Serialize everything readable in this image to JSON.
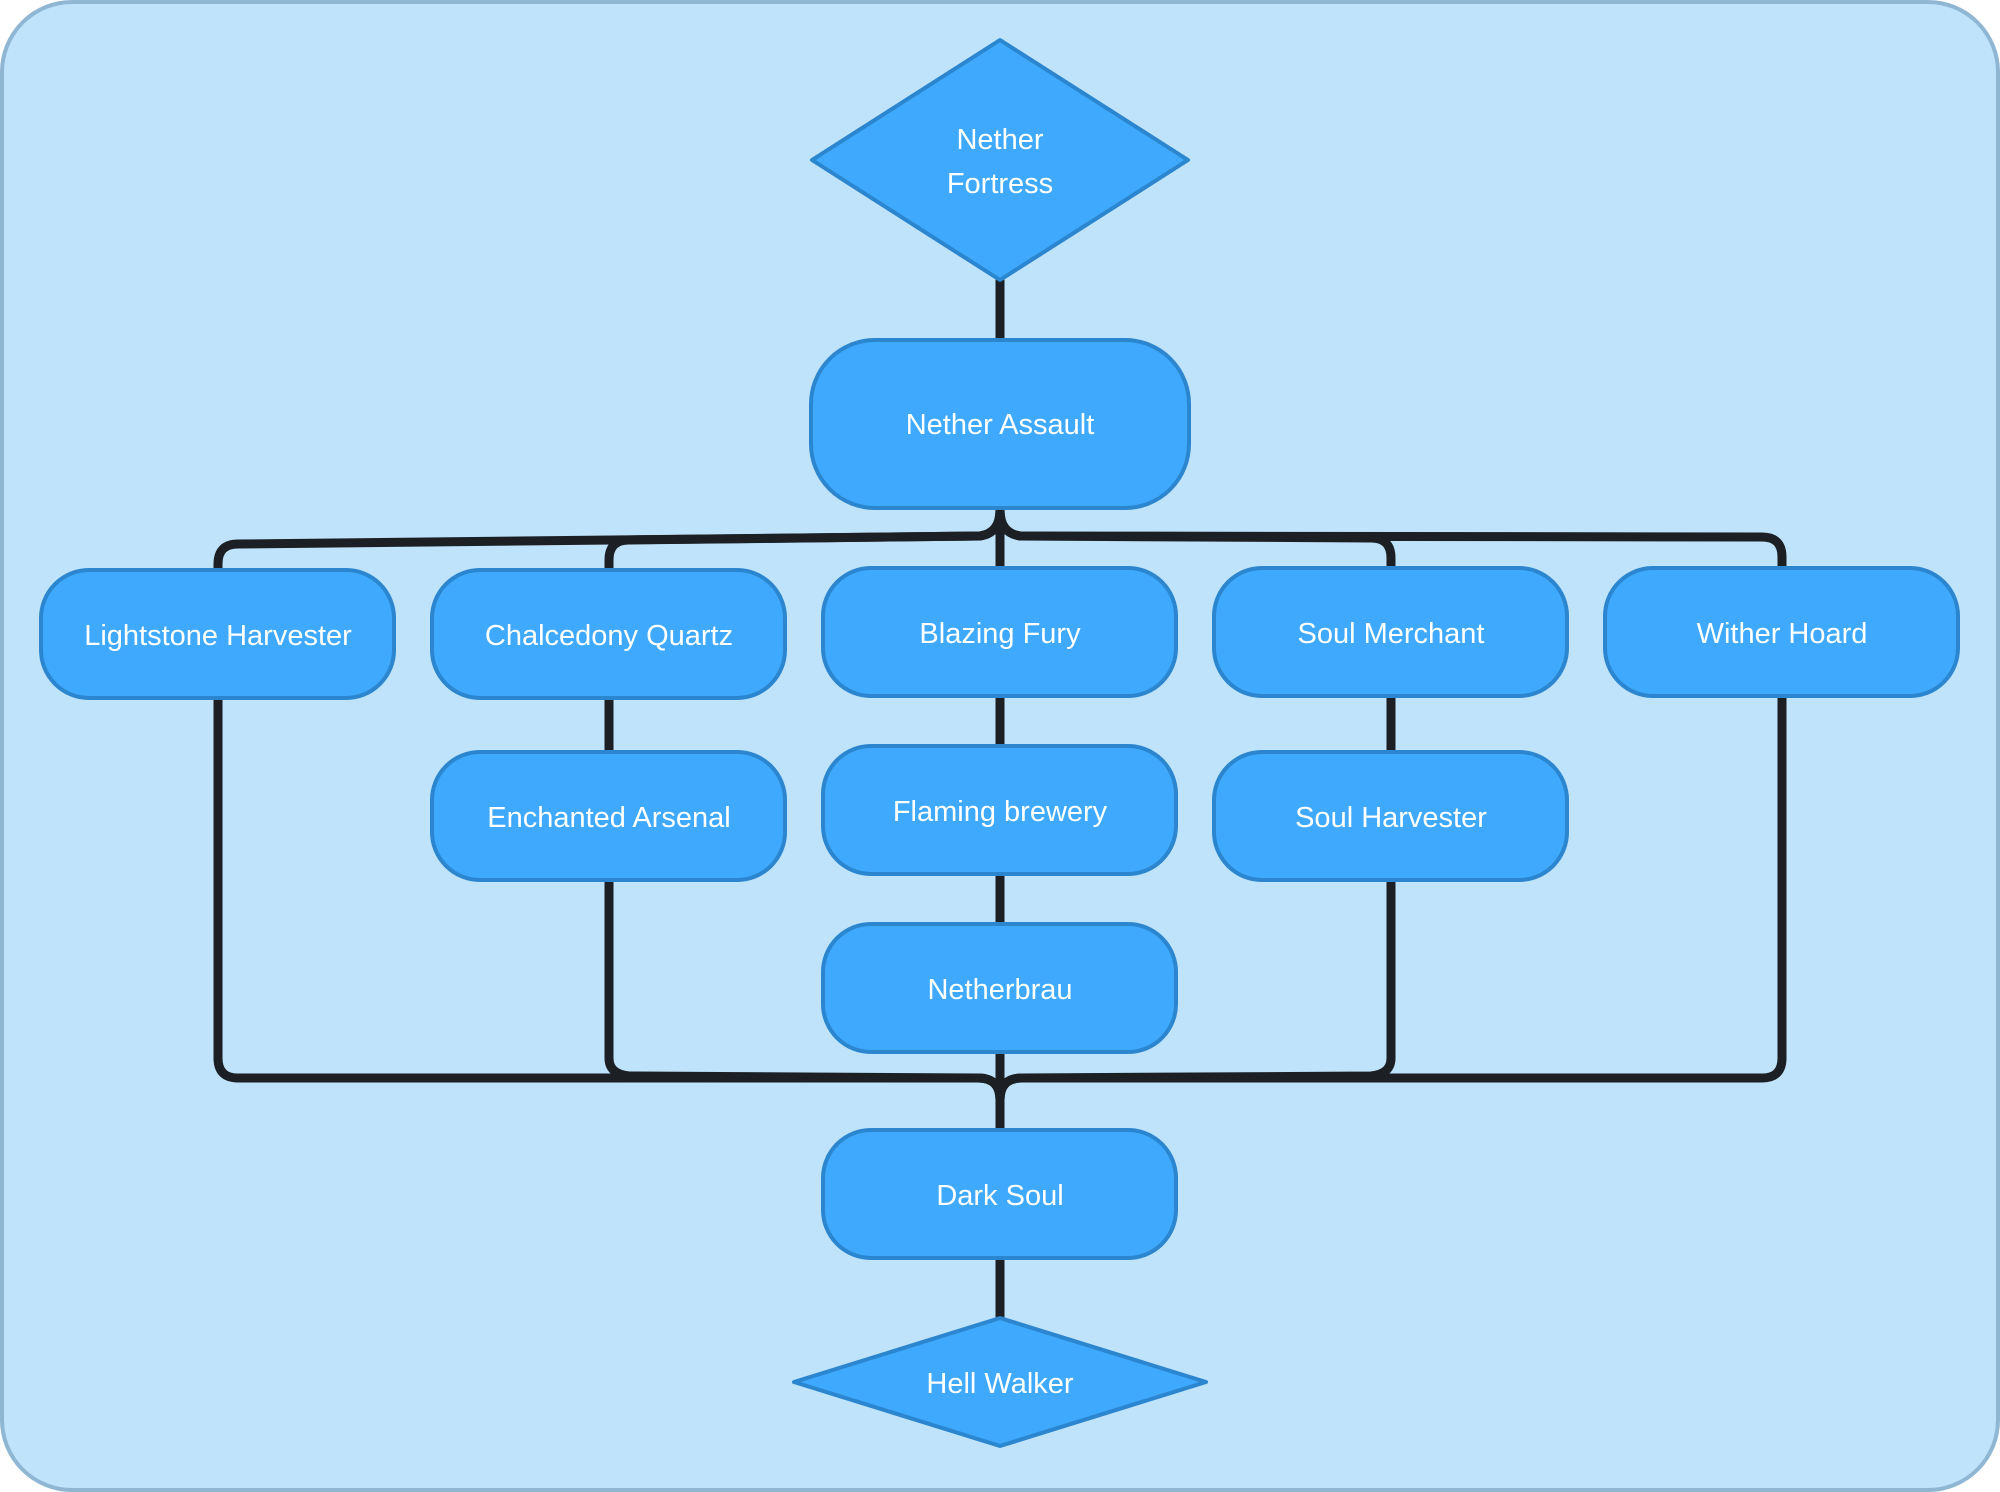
{
  "diagram": {
    "type": "flowchart",
    "nodes": {
      "start": {
        "label_lines": [
          "Nether",
          "Fortress"
        ],
        "shape": "diamond"
      },
      "nether_assault": {
        "label": "Nether Assault",
        "shape": "rounded-rect"
      },
      "lightstone_harvester": {
        "label": "Lightstone Harvester",
        "shape": "rounded-rect"
      },
      "chalcedony_quartz": {
        "label": "Chalcedony Quartz",
        "shape": "rounded-rect"
      },
      "blazing_fury": {
        "label": "Blazing Fury",
        "shape": "rounded-rect"
      },
      "soul_merchant": {
        "label": "Soul Merchant",
        "shape": "rounded-rect"
      },
      "wither_hoard": {
        "label": "Wither Hoard",
        "shape": "rounded-rect"
      },
      "enchanted_arsenal": {
        "label": "Enchanted Arsenal",
        "shape": "rounded-rect"
      },
      "flaming_brewery": {
        "label": "Flaming brewery",
        "shape": "rounded-rect"
      },
      "soul_harvester": {
        "label": "Soul Harvester",
        "shape": "rounded-rect"
      },
      "netherbrau": {
        "label": "Netherbrau",
        "shape": "rounded-rect"
      },
      "dark_soul": {
        "label": "Dark Soul",
        "shape": "rounded-rect"
      },
      "end": {
        "label": "Hell Walker",
        "shape": "diamond"
      }
    },
    "edges": [
      [
        "start",
        "nether_assault"
      ],
      [
        "nether_assault",
        "lightstone_harvester"
      ],
      [
        "nether_assault",
        "chalcedony_quartz"
      ],
      [
        "nether_assault",
        "blazing_fury"
      ],
      [
        "nether_assault",
        "soul_merchant"
      ],
      [
        "nether_assault",
        "wither_hoard"
      ],
      [
        "chalcedony_quartz",
        "enchanted_arsenal"
      ],
      [
        "blazing_fury",
        "flaming_brewery"
      ],
      [
        "flaming_brewery",
        "netherbrau"
      ],
      [
        "soul_merchant",
        "soul_harvester"
      ],
      [
        "lightstone_harvester",
        "dark_soul"
      ],
      [
        "enchanted_arsenal",
        "dark_soul"
      ],
      [
        "netherbrau",
        "dark_soul"
      ],
      [
        "soul_harvester",
        "dark_soul"
      ],
      [
        "wither_hoard",
        "dark_soul"
      ],
      [
        "dark_soul",
        "end"
      ]
    ]
  },
  "colors": {
    "background": "#bee3fb",
    "frame_border": "#8fb6d3",
    "node_fill": "#3ea9fd",
    "node_border": "#2b86cf",
    "edge": "#1c1f24",
    "text": "#ffffff"
  }
}
